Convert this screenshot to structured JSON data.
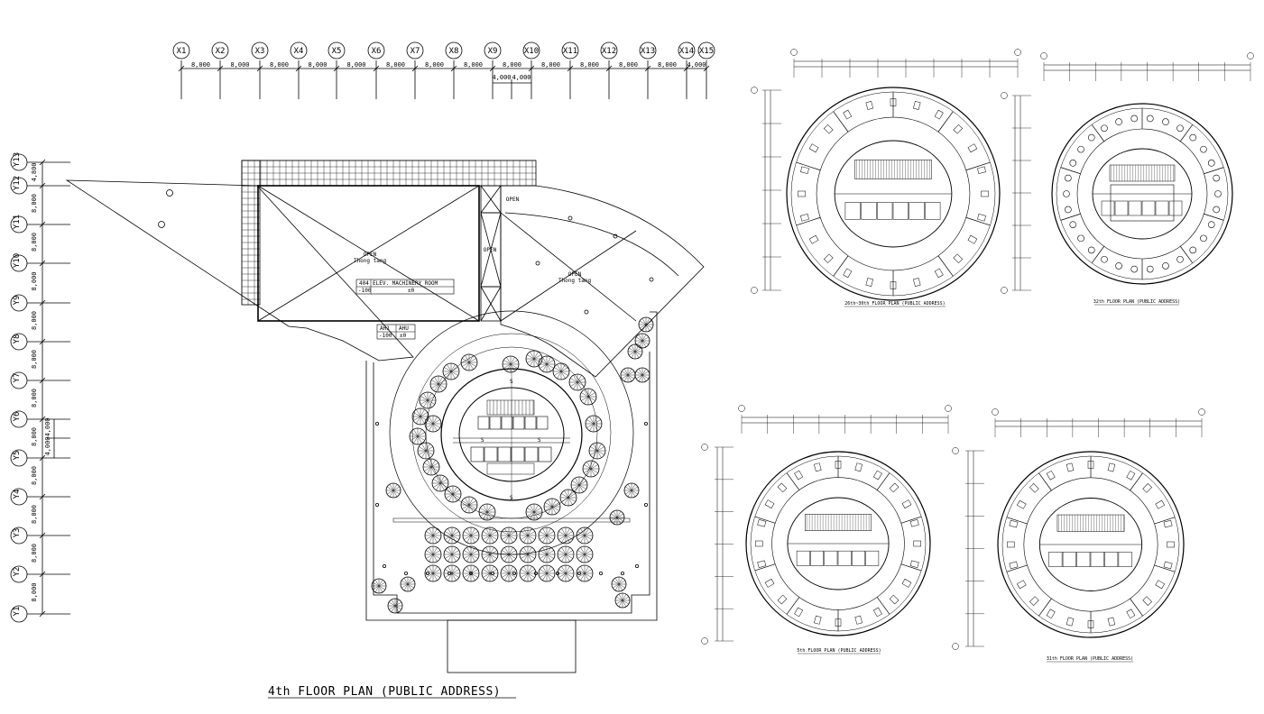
{
  "main_plan": {
    "title": "4th FLOOR PLAN (PUBLIC ADDRESS)",
    "x_axes": [
      "X1",
      "X2",
      "X3",
      "X4",
      "X5",
      "X6",
      "X7",
      "X8",
      "X9",
      "X10",
      "X11",
      "X12",
      "X13",
      "X14",
      "X15"
    ],
    "x_dimensions": [
      "8,000",
      "8,000",
      "8,000",
      "8,000",
      "8,000",
      "8,000",
      "8,000",
      "8,000",
      "8,000",
      "8,000",
      "8,000",
      "8,000",
      "8,000",
      "4,000"
    ],
    "x_sub_dimensions": [
      "4,000",
      "4,000"
    ],
    "y_axes": [
      "Y13",
      "Y12",
      "Y11",
      "Y10",
      "Y9",
      "Y8",
      "Y7",
      "Y6",
      "Y5",
      "Y4",
      "Y3",
      "Y2",
      "Y1"
    ],
    "y_dimensions": [
      "4,800",
      "8,000",
      "8,000",
      "8,000",
      "8,000",
      "8,000",
      "8,000",
      "8,000",
      "8,000",
      "8,000",
      "8,000",
      "8,000"
    ],
    "y_sub_dimensions": [
      "4,000",
      "4,000"
    ],
    "labels": {
      "open_1": "OPEN",
      "open_1_sub": "Thong tang",
      "open_2": "OPEN",
      "open_3": "OPEN",
      "open_4": "OPEN",
      "open_4_sub": "Thong tang",
      "room_code": "404",
      "room_name": "ELEV. MACHINERY ROOM",
      "room_level": "-100",
      "room_zero": "±0",
      "ahu_1": "AH1",
      "ahu_2": "AHU",
      "ahu_level": "-100",
      "ahu_zero": "±0",
      "symbol_s": "S"
    }
  },
  "secondary_plans": [
    {
      "title": "26th~30th FLOOR PLAN (PUBLIC ADDRESS)"
    },
    {
      "title": "32th FLOOR PLAN (PUBLIC ADDRESS)"
    },
    {
      "title": "5th FLOOR PLAN (PUBLIC ADDRESS)"
    },
    {
      "title": "31th FLOOR PLAN (PUBLIC ADDRESS)"
    }
  ],
  "colors": {
    "line": "#000000",
    "background": "#ffffff"
  }
}
